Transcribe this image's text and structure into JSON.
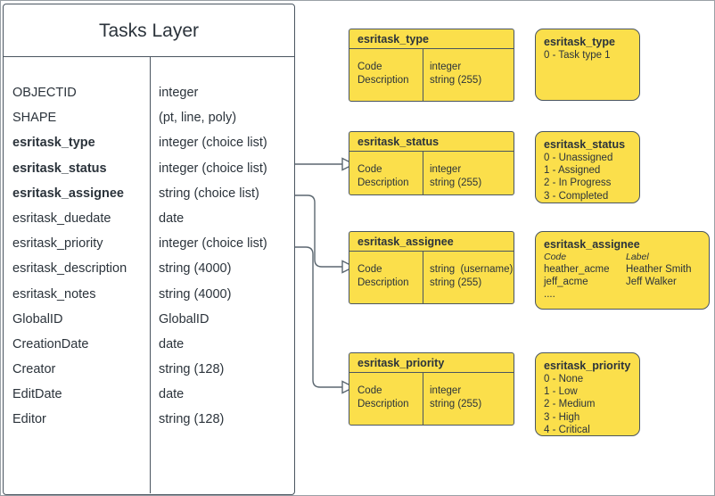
{
  "layer": {
    "title": "Tasks Layer",
    "fields": [
      {
        "name": "OBJECTID",
        "type": "integer",
        "bold": false
      },
      {
        "name": "SHAPE",
        "type": "(pt, line, poly)",
        "bold": false
      },
      {
        "name": "esritask_type",
        "type": "integer (choice list)",
        "bold": true
      },
      {
        "name": "esritask_status",
        "type": "integer (choice list)",
        "bold": true
      },
      {
        "name": "esritask_assignee",
        "type": "string (choice list)",
        "bold": true
      },
      {
        "name": "esritask_duedate",
        "type": "date",
        "bold": false
      },
      {
        "name": "esritask_priority",
        "type": "integer (choice list)",
        "bold": false
      },
      {
        "name": "esritask_description",
        "type": "string (4000)",
        "bold": false
      },
      {
        "name": "esritask_notes",
        "type": "string (4000)",
        "bold": false
      },
      {
        "name": "GlobalID",
        "type": "GlobalID",
        "bold": false
      },
      {
        "name": "CreationDate",
        "type": "date",
        "bold": false
      },
      {
        "name": "Creator",
        "type": "string (128)",
        "bold": false
      },
      {
        "name": "EditDate",
        "type": "date",
        "bold": false
      },
      {
        "name": "Editor",
        "type": "string (128)",
        "bold": false
      }
    ]
  },
  "domains": [
    {
      "title": "esritask_type",
      "left": [
        "Code",
        "Description"
      ],
      "right": [
        "integer",
        "string (255)"
      ]
    },
    {
      "title": "esritask_status",
      "left": [
        "Code",
        "Description"
      ],
      "right": [
        "integer",
        "string (255)"
      ]
    },
    {
      "title": "esritask_assignee",
      "left": [
        "Code",
        "Description"
      ],
      "right": [
        "string  (username)",
        "string (255)"
      ]
    },
    {
      "title": "esritask_priority",
      "left": [
        "Code",
        "Description"
      ],
      "right": [
        "integer",
        "string (255)"
      ]
    }
  ],
  "coded_values": {
    "type": {
      "title": "esritask_type",
      "lines": [
        "0 - Task type 1"
      ]
    },
    "status": {
      "title": "esritask_status",
      "lines": [
        "0 - Unassigned",
        "1 - Assigned",
        "2 - In Progress",
        "3 - Completed"
      ]
    },
    "assignee": {
      "title": "esritask_assignee",
      "header": {
        "code": "Code",
        "label": "Label"
      },
      "rows": [
        {
          "code": "heather_acme",
          "label": "Heather Smith"
        },
        {
          "code": "jeff_acme",
          "label": "Jeff Walker"
        },
        {
          "code": "....",
          "label": ""
        }
      ]
    },
    "priority": {
      "title": "esritask_priority",
      "lines": [
        "0 - None",
        "1 - Low",
        "2 - Medium",
        "3 - High",
        "4 - Critical"
      ]
    }
  },
  "colors": {
    "domain_fill": "#fbdf4b",
    "stroke": "#4a5560",
    "connector": "#5b6770",
    "text": "#2b333b"
  }
}
